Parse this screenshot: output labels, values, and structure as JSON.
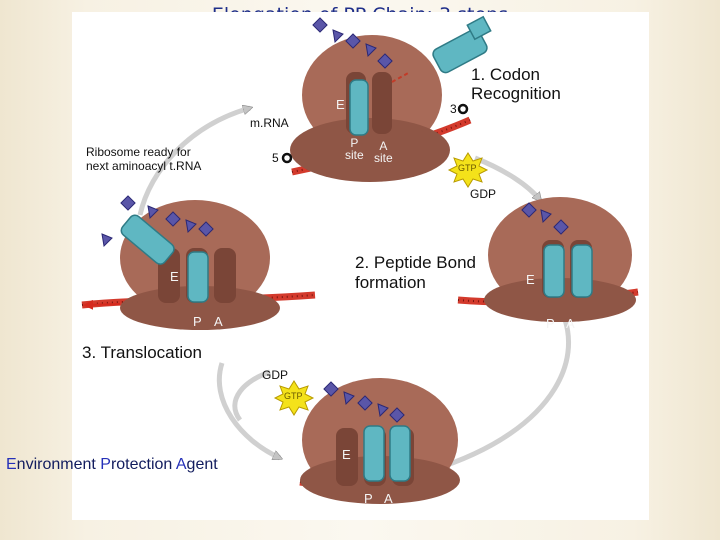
{
  "title": "Elongation of PP Chain: 3 steps",
  "steps": {
    "codon_recognition": "1. Codon\nRecognition",
    "peptide_bond": "2. Peptide Bond\nformation",
    "translocation": "3. Translocation"
  },
  "labels": {
    "mrna": "m.RNA",
    "ribosome_ready": "Ribosome ready for\nnext aminoacyl t.RNA",
    "five_prime": "5",
    "three_prime": "3",
    "p_site": "P\nsite",
    "a_site": "A\nsite",
    "e_site": "E",
    "p": "P",
    "a": "A",
    "gtp": "GTP",
    "gdp": "GDP"
  },
  "footer": {
    "segments": [
      {
        "text": "E",
        "initial": true
      },
      {
        "text": "nvironment ",
        "initial": false
      },
      {
        "text": "P",
        "initial": true
      },
      {
        "text": "rotection ",
        "initial": false
      },
      {
        "text": "A",
        "initial": true
      },
      {
        "text": "gent",
        "initial": false
      }
    ]
  },
  "colors": {
    "title": "#1f2f8a",
    "ribosome": "#a86a58",
    "trna": "#5fb7c2",
    "mrna": "#d33a2c",
    "peptide": "#5a56a8",
    "gtp": "#f4e21a",
    "arrow": "#cccccc"
  }
}
